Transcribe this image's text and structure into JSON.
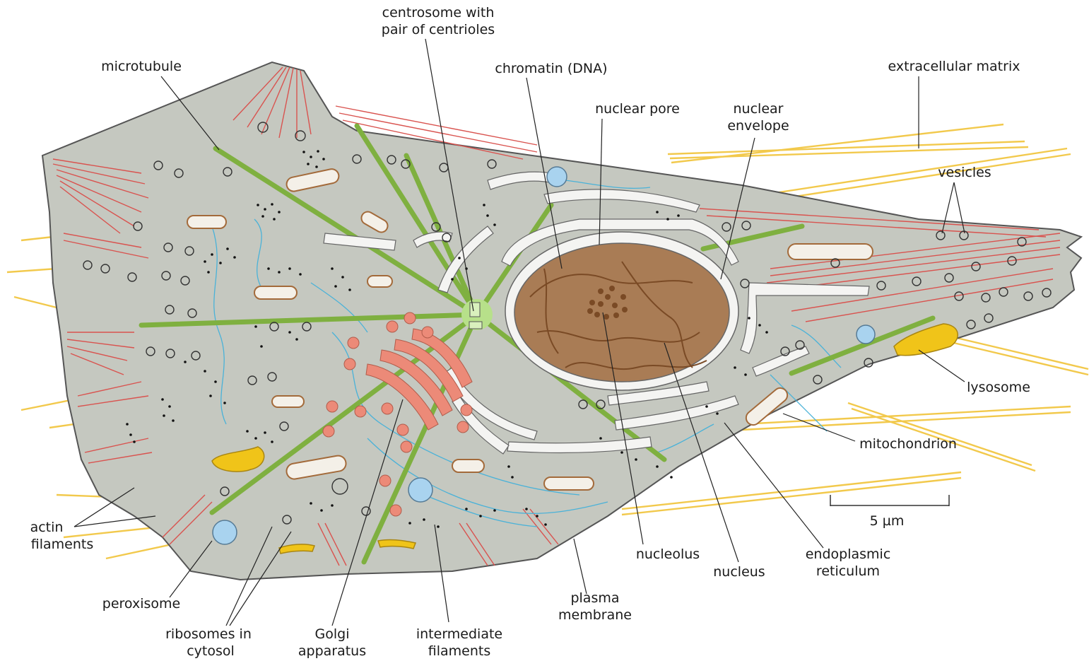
{
  "labels": {
    "centrosome": [
      "centrosome with",
      "pair of centrioles"
    ],
    "microtubule": "microtubule",
    "chromatin": "chromatin (DNA)",
    "nuclear_pore": "nuclear pore",
    "nuclear_envelope": [
      "nuclear",
      "envelope"
    ],
    "extracellular_matrix": "extracellular matrix",
    "vesicles": "vesicles",
    "lysosome": "lysosome",
    "mitochondrion": "mitochondrion",
    "actin_filaments": [
      "actin",
      "filaments"
    ],
    "peroxisome": "peroxisome",
    "ribosomes": [
      "ribosomes in",
      "cytosol"
    ],
    "golgi": [
      "Golgi",
      "apparatus"
    ],
    "intermediate_filaments": [
      "intermediate",
      "filaments"
    ],
    "plasma_membrane": [
      "plasma",
      "membrane"
    ],
    "nucleolus": "nucleolus",
    "nucleus": "nucleus",
    "endoplasmic_reticulum": [
      "endoplasmic",
      "reticulum"
    ],
    "scale_bar": "5 µm"
  },
  "colors": {
    "cytoplasm": "#c5c8c0",
    "membrane": "#555555",
    "microtubule": "#7fb040",
    "actin": "#d9534f",
    "ecm": "#f2c94c",
    "nucleus": "#a97c55",
    "chromatin": "#7a4a25",
    "er": "#f4f4f2",
    "golgi": "#ec8a78",
    "mitochondrion": "#a36a3a",
    "lysosome": "#f0c419",
    "peroxisome": "#a9d3ef",
    "intermediate": "#4ab2d8",
    "centrosome": "#b7e08a"
  }
}
